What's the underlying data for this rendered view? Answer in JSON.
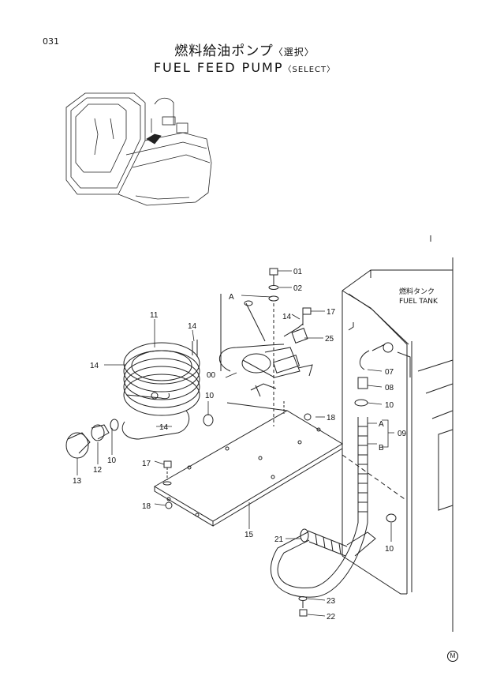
{
  "page_number": "031",
  "title_jp": "燃料給油ポンプ",
  "title_jp_sub": "〈選択〉",
  "title_en": "FUEL  FEED  PUMP",
  "title_en_sub": "〈SELECT〉",
  "fuel_tank_jp": "燃料タンク",
  "fuel_tank_en": "FUEL  TANK",
  "callouts": {
    "c00": "00",
    "c01": "01",
    "c02": "02",
    "c07": "07",
    "c08": "08",
    "c09": "09",
    "c10a": "10",
    "c10b": "10",
    "c10c": "10",
    "c10d": "10",
    "c11": "11",
    "c12": "12",
    "c13": "13",
    "c14a": "14",
    "c14b": "14",
    "c14c": "14",
    "c14d": "14",
    "c15": "15",
    "c17a": "17",
    "c17b": "17",
    "c18a": "18",
    "c18b": "18",
    "c21": "21",
    "c22": "22",
    "c23": "23",
    "c25": "25",
    "cA1": "A",
    "cA2": "A",
    "cB": "B"
  },
  "corner_mark": "M"
}
